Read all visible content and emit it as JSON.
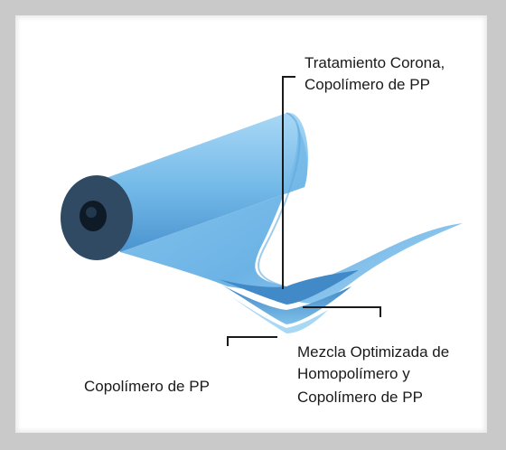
{
  "labels": {
    "top_line1": "Tratamiento Corona,",
    "top_line2": "Copolímero de PP",
    "right_line1": "Mezcla Optimizada de",
    "right_line2": "Homopolímero y",
    "right_line3": "Copolímero de PP",
    "left_line1": "Copolímero de PP"
  },
  "colors": {
    "film_light": "#9fd1f2",
    "film_mid": "#6fb6e6",
    "film_dark": "#3f86c4",
    "core_outer": "#2f4a62",
    "core_inner": "#0e1a26",
    "leader": "#1a1a1a"
  }
}
